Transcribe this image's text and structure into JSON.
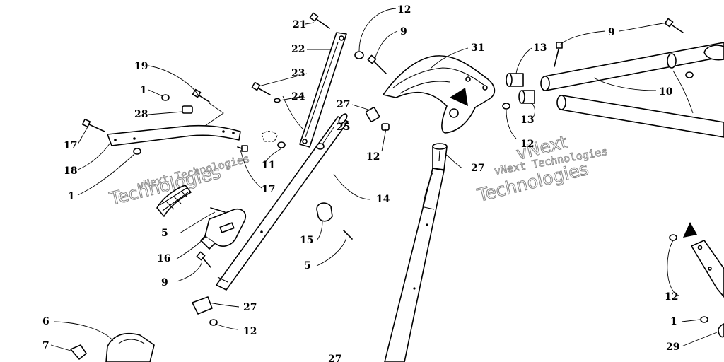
{
  "callouts": {
    "c1a": "1",
    "c1b": "1",
    "c1c": "1",
    "c5a": "5",
    "c5b": "5",
    "c6": "6",
    "c7": "7",
    "c9a": "9",
    "c9b": "9",
    "c9c": "9",
    "c10": "10",
    "c11": "11",
    "c12a": "12",
    "c12b": "12",
    "c12c": "12",
    "c12d": "12",
    "c12e": "12",
    "c13a": "13",
    "c13b": "13",
    "c14": "14",
    "c15": "15",
    "c16": "16",
    "c17a": "17",
    "c17b": "17",
    "c18": "18",
    "c19": "19",
    "c21": "21",
    "c22": "22",
    "c23": "23",
    "c24": "24",
    "c25": "25",
    "c27a": "27",
    "c27b": "27",
    "c27c": "27",
    "c27d": "27",
    "c28": "28",
    "c29": "29",
    "c31": "31"
  },
  "watermarks": {
    "company_a": "vNext Technologies",
    "word_a": "Technologies",
    "company_b": "vNext Technologies",
    "word_b": "Technologies",
    "prefix_b": "vNext"
  }
}
